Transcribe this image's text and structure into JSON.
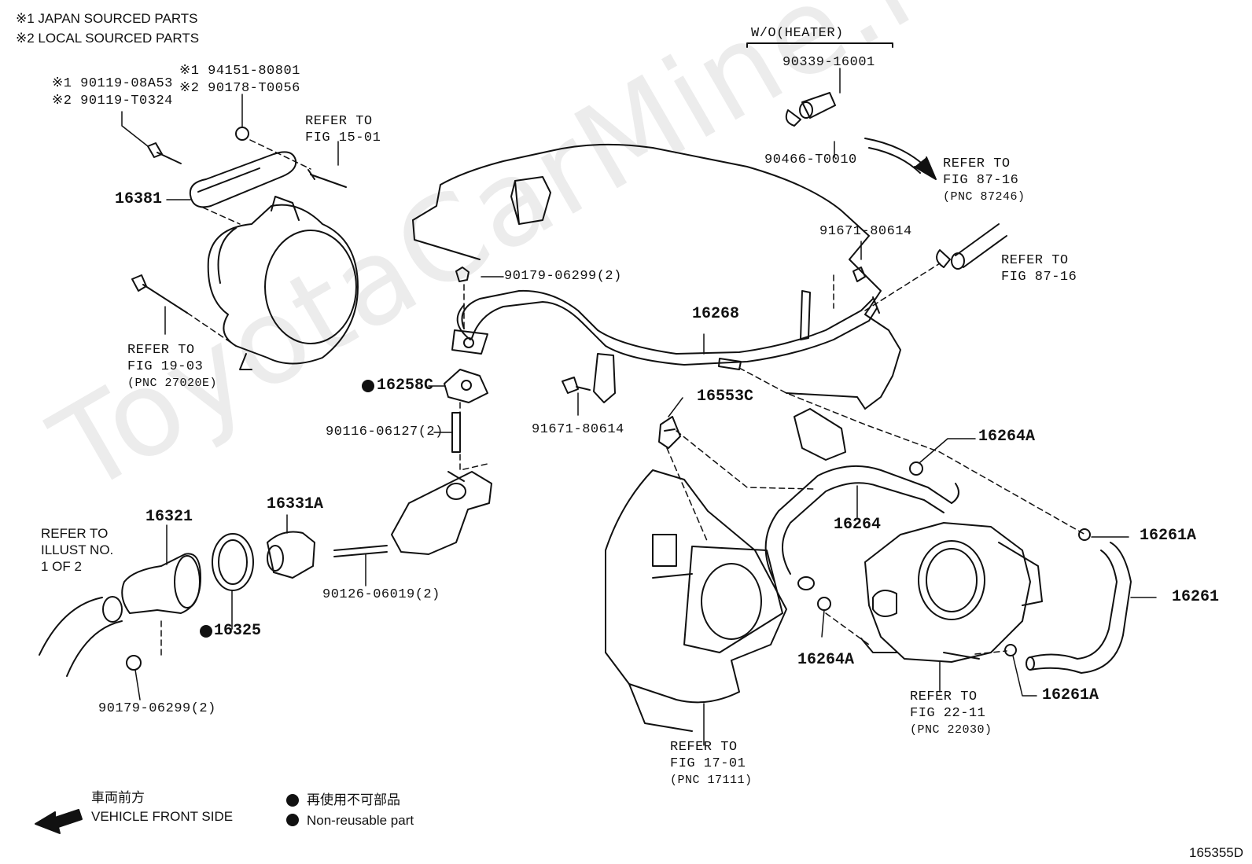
{
  "legend": {
    "japan_sourced": "※1 JAPAN SOURCED PARTS",
    "local_sourced": "※2 LOCAL SOURCED PARTS"
  },
  "watermark": "ToyotaCarMine.ru",
  "parts": {
    "bolt_1": "※1 90119-08A53",
    "bolt_2": "※2 90119-T0324",
    "nut_1": "※1 94151-80801",
    "nut_2": "※2 90178-T0056",
    "p16381": "16381",
    "p90179_top": "90179-06299(2)",
    "p16258c": "16258C",
    "p90116": "90116-06127(2)",
    "p91671_bottom": "91671-80614",
    "p16268": "16268",
    "p91671_top": "91671-80614",
    "p16553c": "16553C",
    "p16264a_top": "16264A",
    "p16264": "16264",
    "p16261a_top": "16261A",
    "p16261": "16261",
    "p16261a_bottom": "16261A",
    "p16264a_bottom": "16264A",
    "p16321": "16321",
    "p16331a": "16331A",
    "p16325": "16325",
    "p90126": "90126-06019(2)",
    "p90179_bottom": "90179-06299(2)",
    "wo_heater": "W/O(HEATER)",
    "p90339": "90339-16001",
    "p90466": "90466-T0010"
  },
  "refs": {
    "fig_15_01": [
      "REFER TO",
      "FIG 15-01"
    ],
    "fig_19_03": [
      "REFER TO",
      "FIG 19-03",
      "(PNC 27020E)"
    ],
    "fig_87_16_pnc": [
      "REFER TO",
      "FIG 87-16",
      "(PNC 87246)"
    ],
    "fig_87_16": [
      "REFER TO",
      "FIG 87-16"
    ],
    "illust": [
      "REFER TO",
      "ILLUST NO.",
      "1 OF 2"
    ],
    "fig_22_11": [
      "REFER TO",
      "FIG 22-11",
      "(PNC 22030)"
    ],
    "fig_17_01": [
      "REFER TO",
      "FIG 17-01",
      "(PNC 17111)"
    ]
  },
  "footer": {
    "direction_jp": "車両前方",
    "direction_en": "VEHICLE FRONT SIDE",
    "nonreusable_jp": "再使用不可部品",
    "nonreusable_en": "Non-reusable part",
    "figure_id": "165355D"
  },
  "colors": {
    "line": "#111111",
    "watermark": "#ececec"
  }
}
